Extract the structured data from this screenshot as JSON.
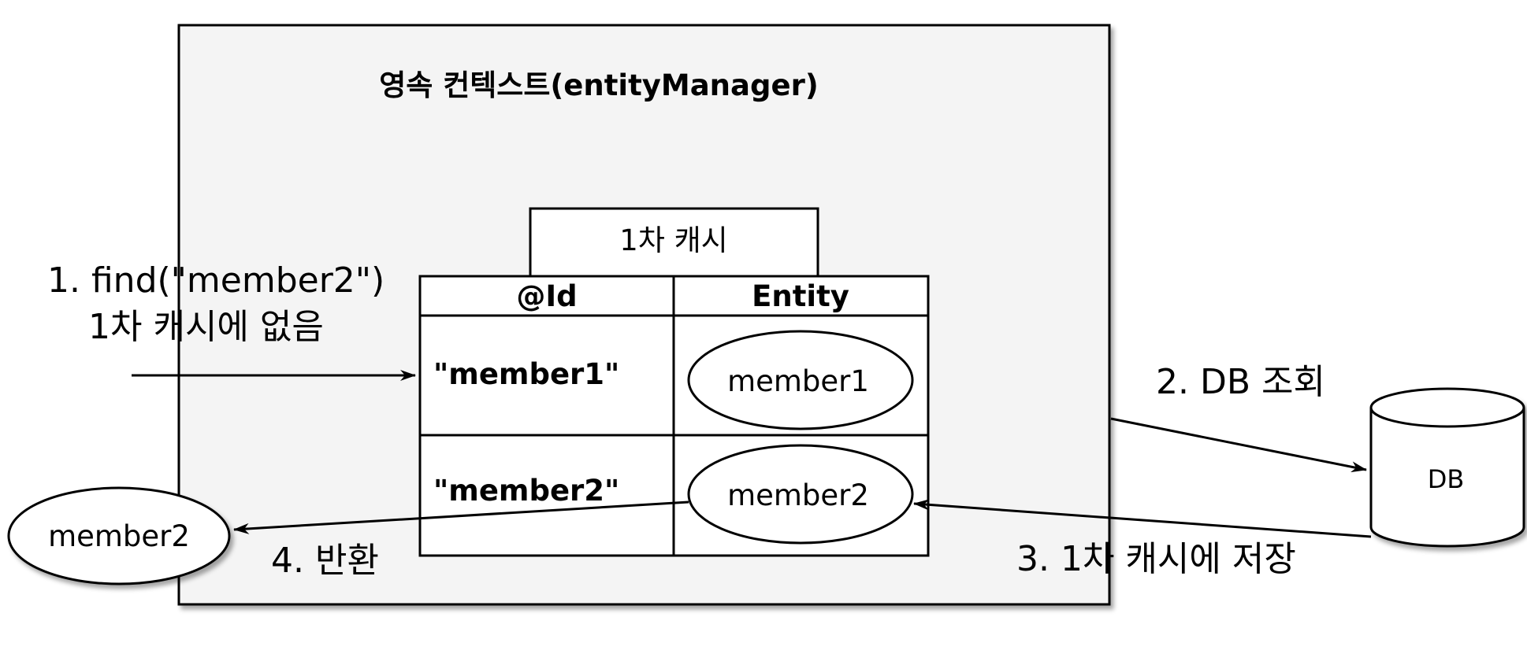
{
  "context": {
    "title": "영속 컨텍스트(entityManager)"
  },
  "cache": {
    "label": "1차 캐시",
    "headers": {
      "id": "@Id",
      "entity": "Entity"
    },
    "rows": [
      {
        "id": "\"member1\"",
        "entity": "member1"
      },
      {
        "id": "\"member2\"",
        "entity": "member2"
      }
    ]
  },
  "steps": {
    "step1_line1": "1. find(\"member2\")",
    "step1_line2": "1차 캐시에 없음",
    "step2": "2. DB 조회",
    "step3": "3. 1차 캐시에 저장",
    "step4": "4. 반환"
  },
  "db": {
    "label": "DB"
  },
  "returned": {
    "label": "member2"
  }
}
